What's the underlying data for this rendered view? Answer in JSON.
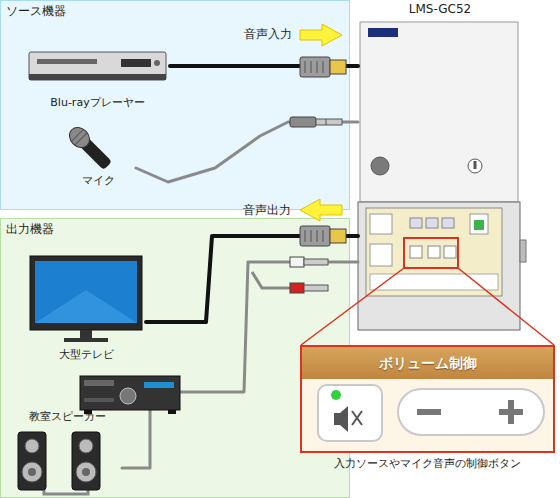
{
  "diagram": {
    "nodes": [
      {
        "text": [
          "ソース機器"
        ]
      },
      {
        "text": [
          "Blu-rayプレーヤー"
        ],
        "in": 0
      },
      {
        "text": [
          "マイク"
        ],
        "in": 0
      },
      {
        "text": [
          "出力機器"
        ]
      },
      {
        "text": [
          "大型テレビ"
        ],
        "in": 3
      },
      {
        "text": [
          "教室スピーカー"
        ],
        "in": 3
      },
      {
        "text": [
          "LMS-GC52"
        ]
      },
      {
        "text": [
          "ボリューム制御",
          "入力ソースやマイク音声の制御ボタン"
        ]
      }
    ],
    "edges": [
      {
        "from": 1,
        "to": 6,
        "arrow": "none"
      },
      {
        "from": 2,
        "to": 6,
        "arrow": "none"
      },
      {
        "from": 6,
        "to": 4,
        "arrow": "none"
      },
      {
        "from": 6,
        "to": 5,
        "arrow": "none"
      }
    ],
    "labels": [
      "音声入力",
      "音声出力"
    ]
  }
}
